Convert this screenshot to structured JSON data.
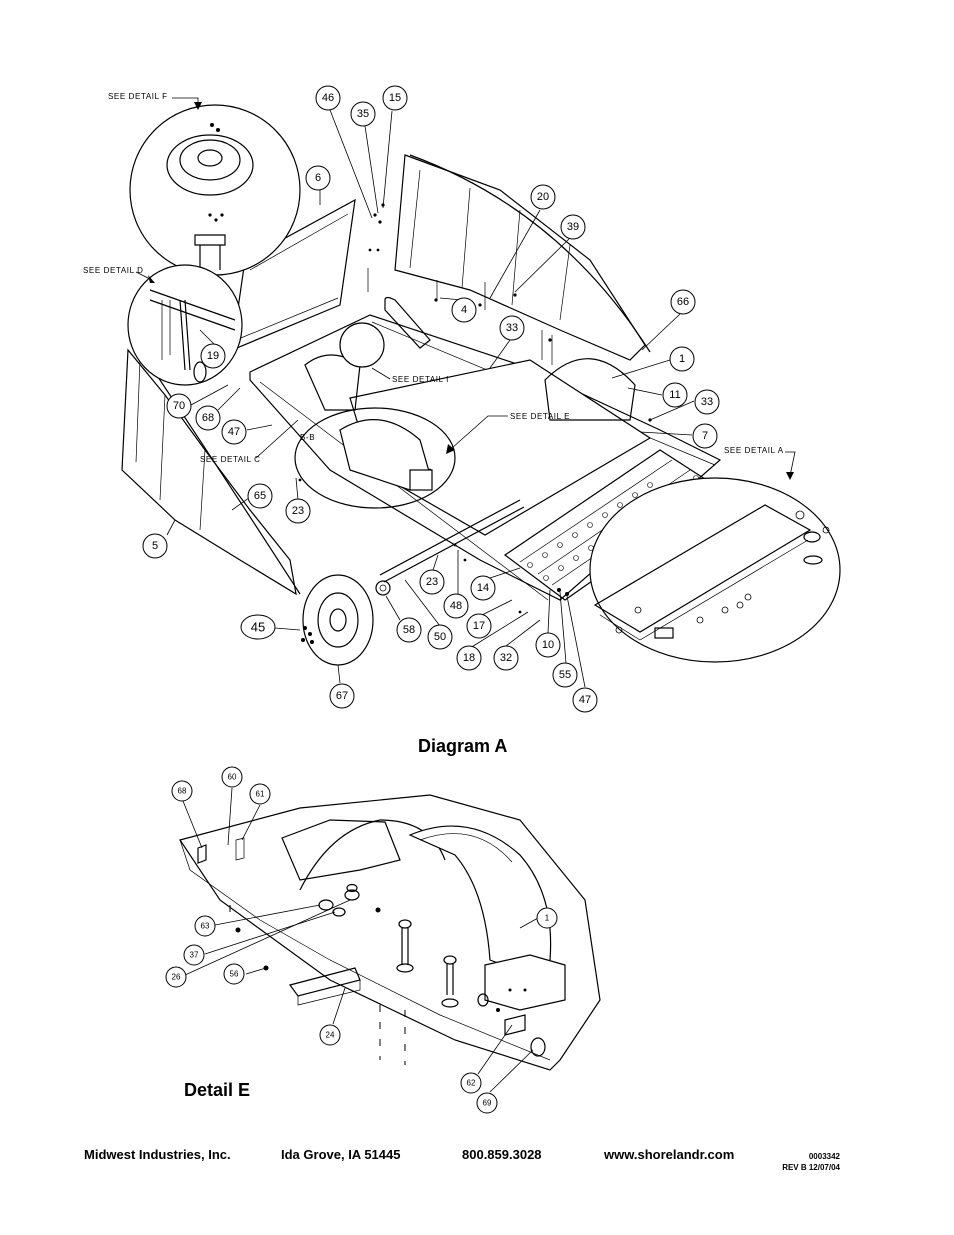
{
  "diagram_a": {
    "caption": "Diagram A",
    "detail_refs": [
      "SEE DETAIL F",
      "SEE DETAIL D",
      "SEE DETAIL I",
      "SEE DETAIL C",
      "SEE DETAIL E",
      "SEE DETAIL A"
    ],
    "section_mark": "B-B",
    "callouts": [
      "46",
      "35",
      "15",
      "6",
      "20",
      "39",
      "4",
      "33",
      "66",
      "1",
      "11",
      "33",
      "7",
      "19",
      "70",
      "68",
      "47",
      "65",
      "5",
      "23",
      "23",
      "14",
      "48",
      "17",
      "45",
      "58",
      "50",
      "18",
      "32",
      "10",
      "55",
      "47",
      "67"
    ]
  },
  "detail_e": {
    "caption": "Detail E",
    "callouts": [
      "68",
      "60",
      "61",
      "1",
      "63",
      "37",
      "26",
      "56",
      "24",
      "62",
      "69"
    ]
  },
  "footer": {
    "company": "Midwest Industries, Inc.",
    "location": "Ida Grove, IA  51445",
    "phone": "800.859.3028",
    "website": "www.shorelandr.com",
    "doc_number": "0003342",
    "revision": "REV B  12/07/04"
  }
}
